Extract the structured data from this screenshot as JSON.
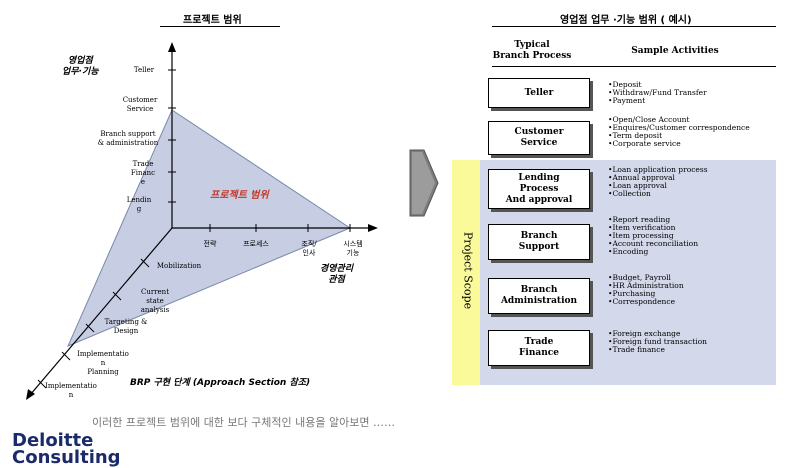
{
  "left": {
    "title": "프로젝트 범위",
    "y_axis_title": "영업점\n업무·기능",
    "y_items": [
      "Teller",
      "Customer\nService",
      "Branch support\n& administration",
      "Trade\nFinanc\ne",
      "Lendin\ng"
    ],
    "x_items": [
      "전략",
      "프로세스",
      "조직/\n인사",
      "시스템\n기능"
    ],
    "x_axis_title": "경영관리\n관점",
    "z_items": [
      "Mobilization",
      "Current\nstate\nanalysis",
      "Targeting &\nDesign",
      "Implementatio\nn\nPlanning",
      "Implementatio\nn"
    ],
    "z_axis_title": "BRP 구현 단계 (Approach Section 참조)",
    "scope_label": "프로젝트 범위"
  },
  "right": {
    "title": "영업점 업무 ·기능 범위 ( 예시)",
    "col_process": "Typical\nBranch Process",
    "col_activities": "Sample Activities",
    "scope_label": "Project Scope",
    "rows": [
      {
        "process": "Teller",
        "activities": [
          "Deposit",
          "Withdraw/Fund Transfer",
          "Payment"
        ]
      },
      {
        "process": "Customer\nService",
        "activities": [
          "Open/Close Account",
          "Enquires/Customer correspondence",
          "Term deposit",
          "Corporate service"
        ]
      },
      {
        "process": "Lending\nProcess\nAnd approval",
        "activities": [
          "Loan application process",
          "Annual approval",
          "Loan approval",
          "Collection"
        ]
      },
      {
        "process": "Branch\nSupport",
        "activities": [
          "Report reading",
          "Item verification",
          "Item processing",
          "Account reconciliation",
          "Encoding"
        ]
      },
      {
        "process": "Branch\nAdministration",
        "activities": [
          "Budget, Payroll",
          "HR Administration",
          "Purchasing",
          "Correspondence"
        ]
      },
      {
        "process": "Trade\nFinance",
        "activities": [
          "Foreign exchange",
          "Foreign fund transaction",
          "Trade finance"
        ]
      }
    ]
  },
  "footer": {
    "caption": "이러한 프로젝트 범위에 대한 보다 구체적인 내용을 알아보면 ……",
    "logo_line1": "Deloitte",
    "logo_line2": "Consulting"
  },
  "colors": {
    "scope_fill": "#c7cde3",
    "right_panel": "#d3d8ea",
    "scope_band": "#fafa9a",
    "scope_text": "#c0392b"
  }
}
